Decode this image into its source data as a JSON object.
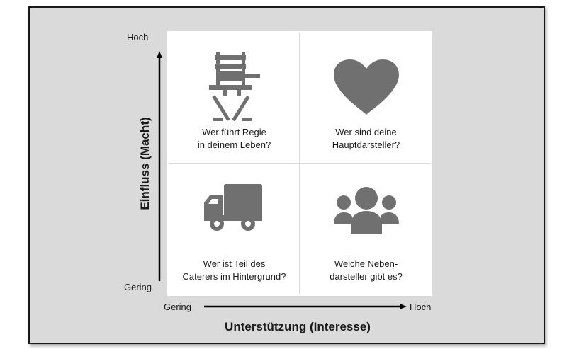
{
  "y_axis": {
    "title": "Einfluss (Macht)",
    "high_label": "Hoch",
    "low_label": "Gering"
  },
  "x_axis": {
    "title": "Unterstützung (Interesse)",
    "low_label": "Gering",
    "high_label": "Hoch"
  },
  "quadrants": {
    "top_left": {
      "icon": "director-chair-icon",
      "text": "Wer führt Regie\nin deinem Leben?"
    },
    "top_right": {
      "icon": "heart-icon",
      "text": "Wer sind deine\nHauptdarsteller?"
    },
    "bottom_left": {
      "icon": "truck-icon",
      "text": "Wer ist Teil des\nCaterers im Hintergrund?"
    },
    "bottom_right": {
      "icon": "group-icon",
      "text": "Welche Neben-\ndarsteller gibt es?"
    }
  },
  "colors": {
    "icon": "#707070",
    "frame_bg": "#dadada",
    "text": "#1a1a1a"
  }
}
